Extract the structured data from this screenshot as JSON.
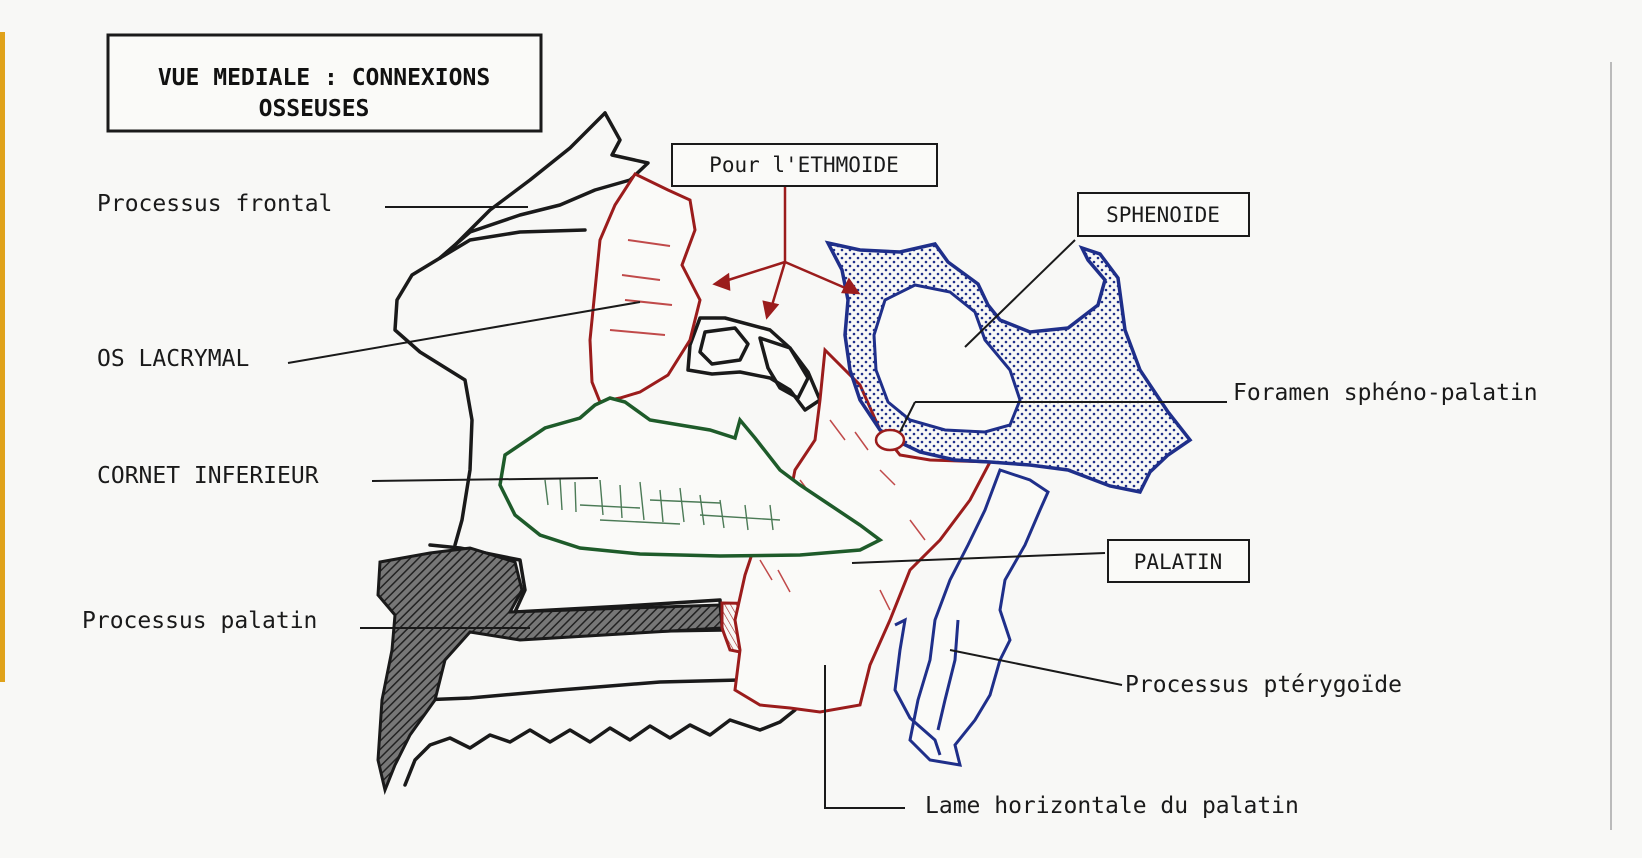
{
  "title": {
    "line1": "VUE MEDIALE : CONNEXIONS",
    "line2": "OSSEUSES"
  },
  "labels": {
    "processus_frontal": "Processus frontal",
    "os_lacrymal": "OS LACRYMAL",
    "cornet_inferieur": "CORNET INFERIEUR",
    "processus_palatin": "Processus palatin",
    "pour_ethmoide": "Pour l'ETHMOIDE",
    "sphenoide": "SPHENOIDE",
    "foramen": "Foramen sphéno-palatin",
    "palatin": "PALATIN",
    "processus_pterygoide": "Processus ptérygoïde",
    "lame_horizontale": "Lame horizontale du palatin"
  },
  "colors": {
    "maxilla": "#1a1a1a",
    "lacrymal_palatin": "#9b1c1c",
    "cornet": "#1e5b2a",
    "sphenoide": "#1f2f8a",
    "left_edge": "#e0a21a"
  }
}
